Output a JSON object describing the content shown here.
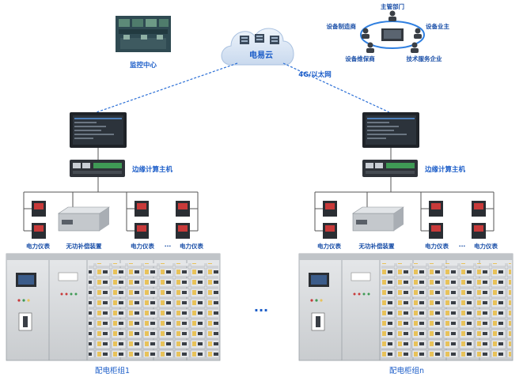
{
  "cloud": {
    "label": "电易云"
  },
  "monitor_center": {
    "label": "监控中心"
  },
  "network": {
    "label": "4G/以太网"
  },
  "stakeholders": {
    "top": "主管部门",
    "left_top": "设备制造商",
    "right_top": "设备业主",
    "left_bottom": "设备维保商",
    "right_bottom": "技术服务企业"
  },
  "groups": [
    {
      "host_label": "边缘计算主机",
      "devices": [
        "电力仪表",
        "无功补偿装置",
        "电力仪表",
        "电力仪表"
      ],
      "ellipsis": "···",
      "caption": "配电柜组1"
    },
    {
      "host_label": "边缘计算主机",
      "devices": [
        "电力仪表",
        "无功补偿装置",
        "电力仪表",
        "电力仪表"
      ],
      "ellipsis": "···",
      "caption": "配电柜组n"
    }
  ],
  "middle_ellipsis": "···",
  "colors": {
    "accent": "#1a5cc8",
    "line": "#2b6fd6",
    "cabinet": "#d8dadc"
  }
}
